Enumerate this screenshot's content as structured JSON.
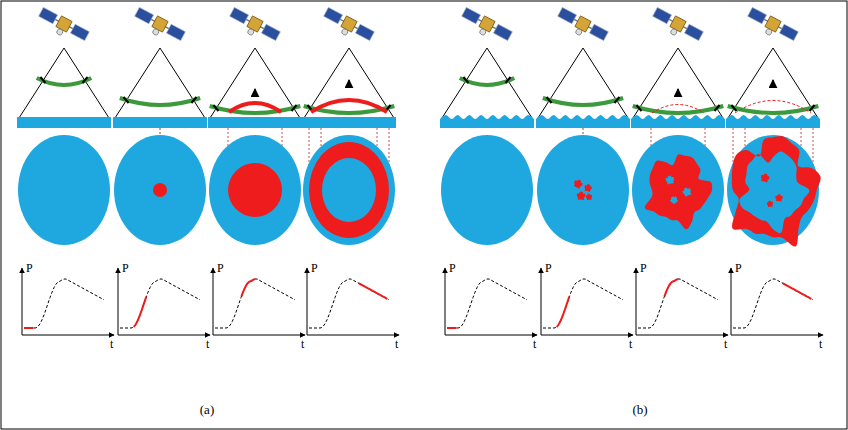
{
  "diagram": {
    "labels": [
      "P",
      "t",
      "P",
      "t",
      "P",
      "t",
      "P",
      "t",
      "P",
      "t",
      "P",
      "t",
      "P",
      "t",
      "P",
      "t",
      "(a)",
      "(b)"
    ]
  }
}
